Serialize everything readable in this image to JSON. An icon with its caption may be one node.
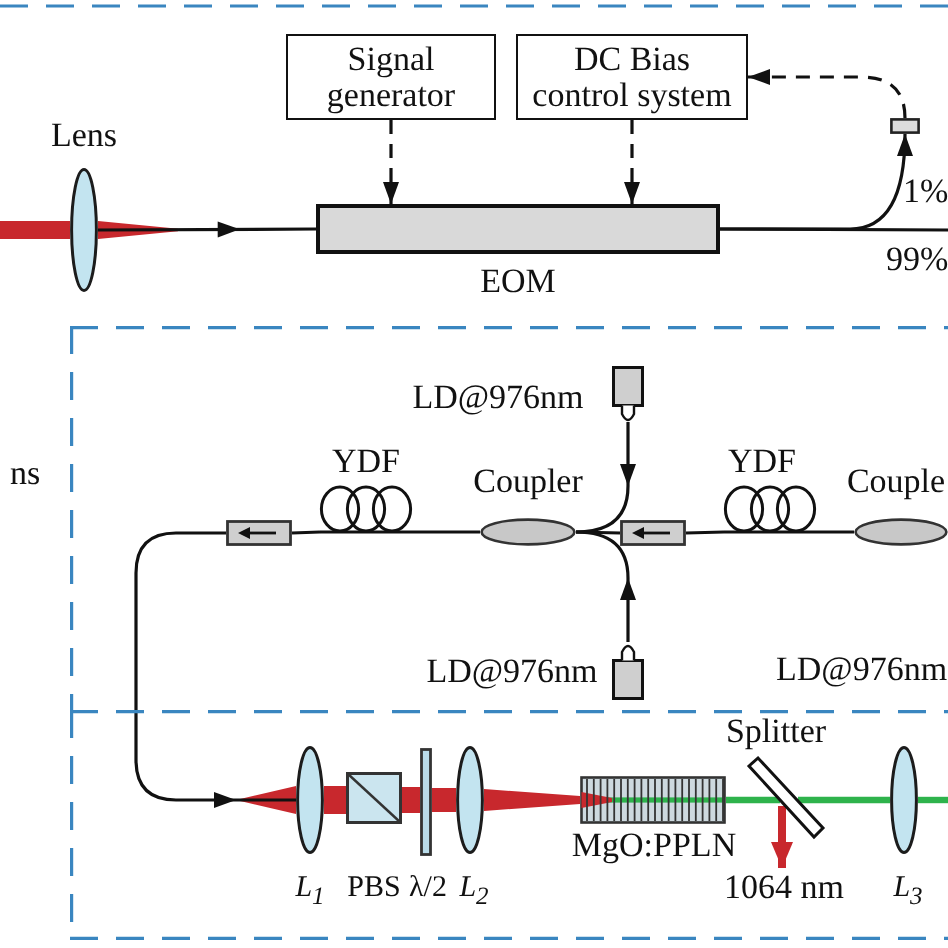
{
  "diagram": {
    "nodes": [
      {
        "text": [
          "Signal generator"
        ]
      },
      {
        "text": [
          "DC Bias control system"
        ]
      },
      {
        "text": [
          "Lens"
        ]
      },
      {
        "text": [
          "EOM"
        ]
      },
      {
        "text": [],
        "shape": "box"
      },
      {
        "text": [],
        "shape": "box"
      },
      {
        "text": [
          "LD@976nm"
        ],
        "in": 5
      },
      {
        "text": [],
        "shape": "box",
        "in": 5
      },
      {
        "text": [
          "YDF"
        ],
        "in": 5
      },
      {
        "text": [
          "Coupler"
        ],
        "in": 5
      },
      {
        "text": [],
        "shape": "box",
        "in": 5
      },
      {
        "text": [
          "YDF"
        ],
        "in": 5
      },
      {
        "text": [
          "Couple"
        ],
        "in": 5
      },
      {
        "text": [
          "LD@976nm"
        ],
        "in": 5
      },
      {
        "text": [],
        "shape": "box"
      },
      {
        "text": [
          "L$_{1}$"
        ],
        "in": 14
      },
      {
        "text": [
          "PBS"
        ],
        "in": 14
      },
      {
        "text": [
          "λ/2"
        ],
        "in": 14
      },
      {
        "text": [
          "L$_{2}$"
        ],
        "in": 14
      },
      {
        "text": [
          "MgO:PPLN"
        ],
        "in": 14
      },
      {
        "text": [
          "Splitter"
        ],
        "in": 14
      },
      {
        "text": [
          "1064 nm"
        ],
        "in": 14
      },
      {
        "text": [
          "L$_{3}$"
        ],
        "in": 14
      }
    ],
    "edges": [
      {
        "from": null,
        "to": 2,
        "arrow": "none",
        "style": "thick",
        "color": "#c8282d"
      },
      {
        "from": 2,
        "to": 3,
        "arrow": "to"
      },
      {
        "from": 0,
        "to": 3,
        "arrow": "to",
        "style": "dashed"
      },
      {
        "from": 1,
        "to": 3,
        "arrow": "to",
        "style": "dashed"
      },
      {
        "from": 3,
        "to": 4,
        "arrow": "to",
        "label": "1%"
      },
      {
        "from": 3,
        "to": null,
        "arrow": "none",
        "label": "99%"
      },
      {
        "from": 4,
        "to": 1,
        "arrow": "to",
        "style": "dashed"
      },
      {
        "from": 12,
        "to": 11,
        "arrow": "none"
      },
      {
        "from": 11,
        "to": 10,
        "arrow": "none"
      },
      {
        "from": 10,
        "to": 9,
        "arrow": "none"
      },
      {
        "from": 6,
        "to": 9,
        "arrow": "to"
      },
      {
        "from": 13,
        "to": 9,
        "arrow": "to"
      },
      {
        "from": 9,
        "to": 8,
        "arrow": "none"
      },
      {
        "from": 8,
        "to": 7,
        "arrow": "none"
      },
      {
        "from": 7,
        "to": 15,
        "arrow": "to"
      },
      {
        "from": 15,
        "to": 16,
        "arrow": "none",
        "style": "thick",
        "color": "#c8282d"
      },
      {
        "from": 16,
        "to": 17,
        "arrow": "none",
        "style": "thick",
        "color": "#c8282d"
      },
      {
        "from": 17,
        "to": 18,
        "arrow": "none",
        "style": "thick",
        "color": "#c8282d"
      },
      {
        "from": 18,
        "to": 19,
        "arrow": "none",
        "style": "thick",
        "color": "#c8282d"
      },
      {
        "from": 19,
        "to": 20,
        "arrow": "none",
        "style": "thick",
        "color": "#2eb34c"
      },
      {
        "from": 20,
        "to": 22,
        "arrow": "none",
        "style": "thick",
        "color": "#2eb34c"
      },
      {
        "from": 20,
        "to": 21,
        "arrow": "to",
        "style": "thick",
        "color": "#c8282d"
      },
      {
        "from": 22,
        "to": null,
        "arrow": "none",
        "style": "thick",
        "color": "#2eb34c"
      }
    ],
    "labels": [
      "ns",
      "LD@976nm"
    ]
  }
}
